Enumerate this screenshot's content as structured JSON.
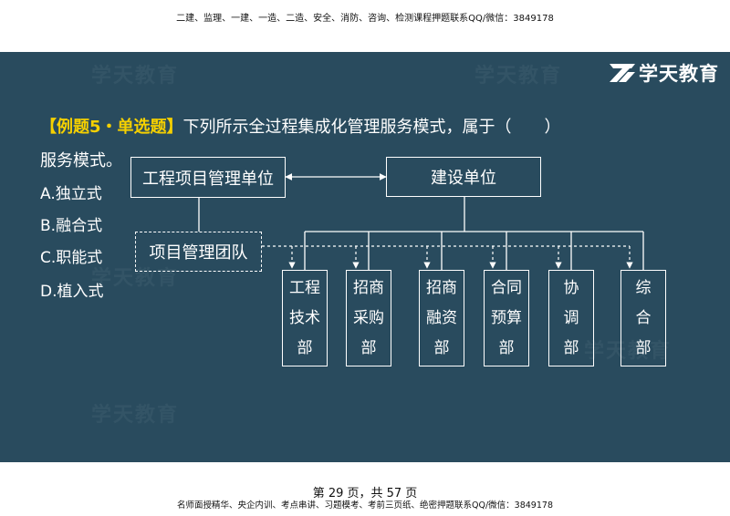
{
  "header_note": "二建、监理、一建、一造、二造、安全、消防、咨询、检测课程押题联系QQ/微信：3849178",
  "brand": {
    "name": "学天教育",
    "watermark": "学天教育"
  },
  "question": {
    "tag": "【例题5・单选题】",
    "stem_line1": "下列所示全过程集成化管理服务模式，属于（　　）",
    "stem_line2": "服务模式。",
    "options": [
      "A.独立式",
      "B.融合式",
      "C.职能式",
      "D.植入式"
    ]
  },
  "diagram": {
    "pm_unit": "工程项目管理单位",
    "owner": "建设单位",
    "pm_team": "项目管理团队",
    "departments": [
      [
        "工程",
        "技术",
        "部"
      ],
      [
        "招商",
        "采购",
        "部"
      ],
      [
        "招商",
        "融资",
        "部"
      ],
      [
        "合同",
        "预算",
        "部"
      ],
      [
        "协",
        "调",
        "部"
      ],
      [
        "综",
        "合",
        "部"
      ]
    ]
  },
  "footer": {
    "page": "第 29 页，共 57 页",
    "note": "名师面授精华、央企内训、考点串讲、习题模考、考前三页纸、绝密押题联系QQ/微信：3849178"
  },
  "colors": {
    "slide_bg": "#294b5e",
    "tag": "#f5d000",
    "text": "#ffffff"
  }
}
